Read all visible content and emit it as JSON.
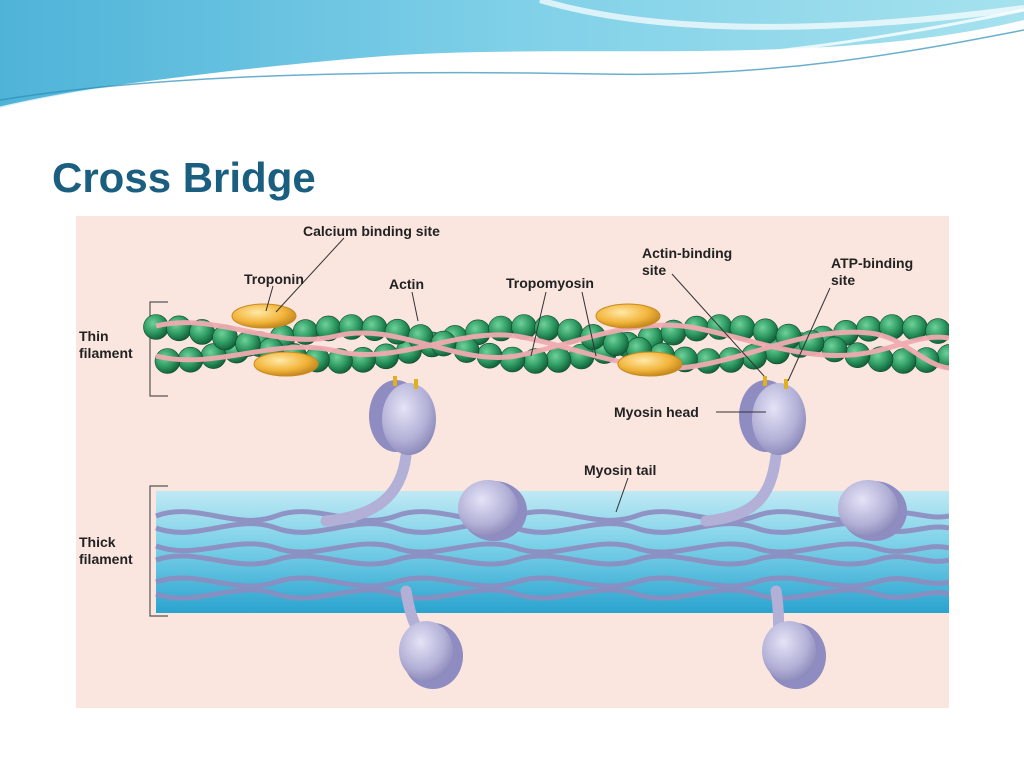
{
  "slide": {
    "title": "Cross Bridge"
  },
  "labels": {
    "calcium_binding_site": "Calcium binding site",
    "troponin": "Troponin",
    "actin": "Actin",
    "tropomyosin": "Tropomyosin",
    "actin_binding_site": [
      "Actin-binding",
      "site"
    ],
    "atp_binding_site": [
      "ATP-binding",
      "site"
    ],
    "thin_filament": [
      "Thin",
      "filament"
    ],
    "thick_filament": [
      "Thick",
      "filament"
    ],
    "myosin_head": "Myosin head",
    "myosin_tail": "Myosin tail"
  },
  "colors": {
    "title": "#1b5f80",
    "background": "#fae6df",
    "actin": "#2e9a62",
    "troponin": "#f2b43a",
    "tropomyosin": "#f0aab0",
    "myosin": "#b2b0d6",
    "thick_filament": "#5cc0de"
  }
}
